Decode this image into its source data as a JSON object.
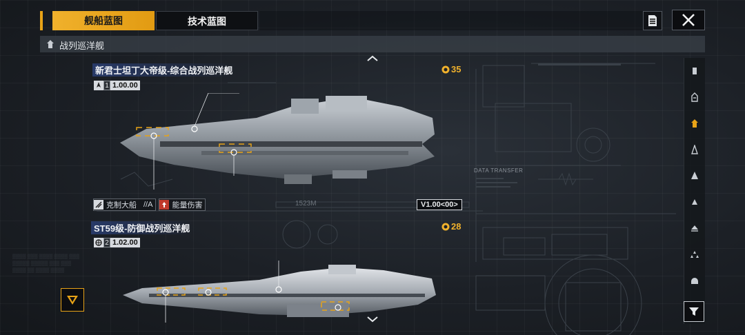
{
  "tabs": [
    {
      "label": "舰船蓝图",
      "active": true
    },
    {
      "label": "技术蓝图",
      "active": false
    }
  ],
  "category": {
    "label": "战列巡洋舰",
    "icon": "battlecruiser-icon"
  },
  "sidebar": {
    "items": [
      {
        "icon": "station-icon",
        "selected": false
      },
      {
        "icon": "carrier-icon",
        "selected": false
      },
      {
        "icon": "battlecruiser-icon",
        "selected": true
      },
      {
        "icon": "cruiser-icon",
        "selected": false
      },
      {
        "icon": "destroyer-icon",
        "selected": false
      },
      {
        "icon": "frigate-icon",
        "selected": false
      },
      {
        "icon": "corvette-icon",
        "selected": false
      },
      {
        "icon": "aircraft-icon",
        "selected": false
      },
      {
        "icon": "module-icon",
        "selected": false
      }
    ],
    "filter_icon": "filter-icon"
  },
  "ships": [
    {
      "name": "新君士坦丁大帝级-综合战列巡洋舰",
      "badge_number": "1",
      "version_code": "1.00.00",
      "cost": "35",
      "tags": [
        {
          "icon": "large-ship-icon",
          "label": "克制大船",
          "grade": "//A"
        },
        {
          "icon": "energy-damage-icon",
          "label": "能量伤害"
        }
      ],
      "version": "V1.00<00>",
      "length": "1523M"
    },
    {
      "name": "ST59级-防御战列巡洋舰",
      "badge_number": "2",
      "version_code": "1.02.00",
      "cost": "28"
    }
  ],
  "decor": {
    "data_transfer": "DATA TRANSFER"
  },
  "colors": {
    "accent": "#e8a317",
    "title_highlight": "#3250a0",
    "panel": "#3a4048"
  }
}
